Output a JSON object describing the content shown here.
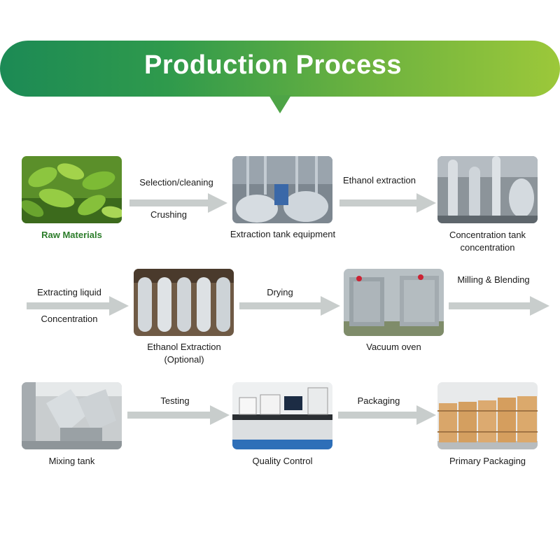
{
  "title": "Production Process",
  "colors": {
    "banner_start": "#1c8a55",
    "banner_end": "#9cc83a",
    "arrow": "#c8cdcc",
    "raw_label": "#2c7d2a"
  },
  "steps": [
    {
      "caption": "Raw Materials",
      "image": "green-plant-leaves-photo"
    },
    {
      "caption": "Extraction tank equipment",
      "image": "extraction-tank-photo"
    },
    {
      "caption": "Concentration tank concentration",
      "image": "concentration-tank-photo"
    },
    {
      "caption": "Ethanol Extraction (Optional)",
      "image": "ethanol-extraction-columns-photo"
    },
    {
      "caption": "Vacuum oven",
      "image": "vacuum-oven-photo"
    },
    {
      "caption": "Mixing tank",
      "image": "mixing-tank-photo"
    },
    {
      "caption": "Quality Control",
      "image": "laboratory-photo"
    },
    {
      "caption": "Primary Packaging",
      "image": "fiber-drums-photo"
    }
  ],
  "transitions": [
    {
      "top": "Selection/cleaning",
      "bottom": "Crushing"
    },
    {
      "top": "Ethanol extraction"
    },
    {
      "top": "Extracting liquid",
      "bottom": "Concentration"
    },
    {
      "top": "Drying"
    },
    {
      "top": "Milling & Blending"
    },
    {
      "top": "Testing"
    },
    {
      "top": "Packaging"
    }
  ]
}
